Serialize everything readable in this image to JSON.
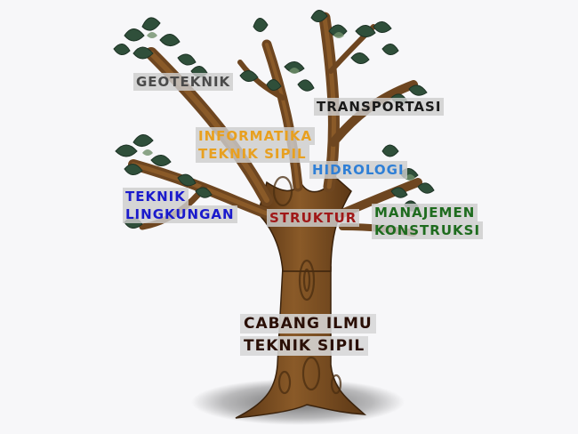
{
  "title": [
    "CABANG ILMU",
    "TEKNIK SIPIL"
  ],
  "branches": [
    {
      "id": "geoteknik",
      "lines": [
        "GEOTEKNIK"
      ],
      "color": "#4a4a4a"
    },
    {
      "id": "transportasi",
      "lines": [
        "TRANSPORTASI"
      ],
      "color": "#1a1a1a"
    },
    {
      "id": "informatika",
      "lines": [
        "INFORMATIKA",
        "TEKNIK SIPIL"
      ],
      "color": "#e8a020"
    },
    {
      "id": "hidrologi",
      "lines": [
        "HIDROLOGI"
      ],
      "color": "#2f7fd6"
    },
    {
      "id": "lingkungan",
      "lines": [
        "TEKNIK",
        "LINGKUNGAN"
      ],
      "color": "#1a1acc"
    },
    {
      "id": "struktur",
      "lines": [
        "STRUKTUR"
      ],
      "color": "#a01818"
    },
    {
      "id": "manajemen",
      "lines": [
        "MANAJEMEN",
        "KONSTRUKSI"
      ],
      "color": "#1e6b1e"
    }
  ],
  "colors": {
    "trunk": "#7a4e22",
    "trunk_dark": "#4f3014",
    "leaf": "#2f4f3a",
    "leaf_light": "#6f8f6a",
    "title": "#2a0f06"
  }
}
